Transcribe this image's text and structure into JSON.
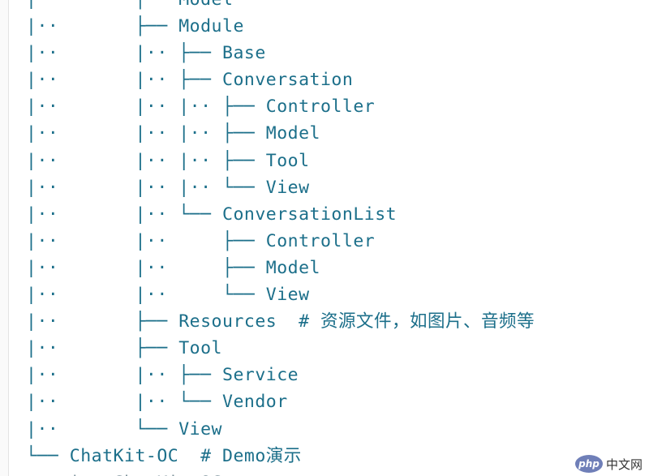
{
  "tree": {
    "lines": [
      "|··       ├── Model",
      "|··       ├── Module",
      "|··       |·· ├── Base",
      "|··       |·· ├── Conversation",
      "|··       |·· |·· ├── Controller",
      "|··       |·· |·· ├── Model",
      "|··       |·· |·· ├── Tool",
      "|··       |·· |·· └── View",
      "|··       |·· └── ConversationList",
      "|··       |··     ├── Controller",
      "|··       |··     ├── Model",
      "|··       |··     └── View",
      "|··       ├── Resources  # 资源文件，如图片、音频等",
      "|··       ├── Tool",
      "|··       |·· ├── Service",
      "|··       |·· └── Vendor",
      "|··       └── View",
      "└── ChatKit-OC  # Demo演示",
      "  ··|── ChatKit-OC"
    ]
  },
  "watermark": {
    "logo": "php",
    "text": "中文网"
  }
}
